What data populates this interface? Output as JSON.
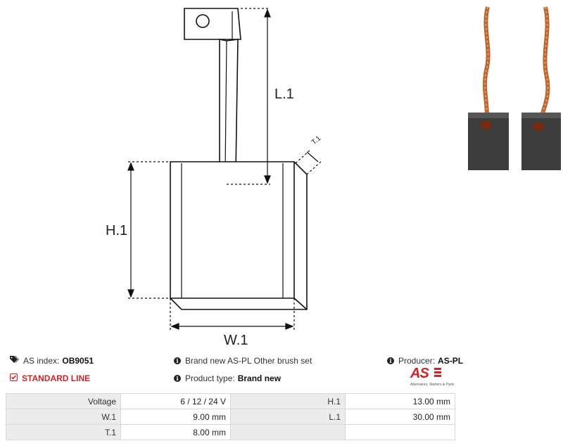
{
  "drawing": {
    "labels": {
      "l1": "L.1",
      "h1": "H.1",
      "w1": "W.1",
      "t1": "T.1"
    }
  },
  "info": {
    "as_index_label": "AS index:",
    "as_index_value": "OB9051",
    "line": "STANDARD LINE",
    "description": "Brand new AS-PL Other brush set",
    "product_type_label": "Product type:",
    "product_type_value": "Brand new",
    "producer_label": "Producer:",
    "producer_value": "AS-PL"
  },
  "logo": {
    "text": "AS",
    "subtitle": "Alternators, Starters & Parts"
  },
  "specs": [
    {
      "k1": "Voltage",
      "v1": "6 / 12 / 24 V",
      "k2": "H.1",
      "v2": "13.00 mm"
    },
    {
      "k1": "W.1",
      "v1": "9.00 mm",
      "k2": "L.1",
      "v2": "30.00 mm"
    },
    {
      "k1": "T.1",
      "v1": "8.00 mm",
      "k2": "",
      "v2": ""
    }
  ],
  "colors": {
    "accent": "#d32027",
    "copper": "#b8652f",
    "carbon": "#3d3d3d"
  },
  "icons": {
    "index": "tags-icon",
    "line": "check-square-icon",
    "info": "info-circle-icon"
  }
}
